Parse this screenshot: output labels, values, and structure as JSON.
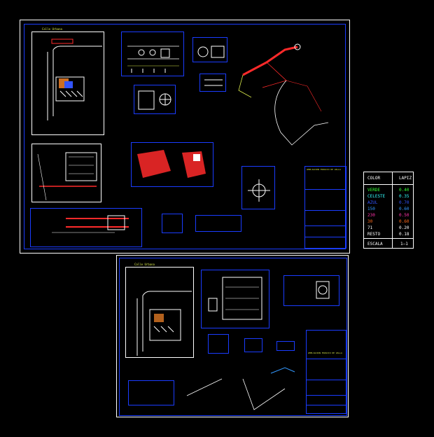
{
  "sheet1": {
    "site_label": "Calle Urbana",
    "title_block": "AMPLIACION ESPACIO DE VALLA"
  },
  "sheet2": {
    "site_label": "Calle Urbana",
    "title_block": "AMPLIACION ESPACIO DE VALLA"
  },
  "color_table": {
    "col_color": "COLOR",
    "col_lapiz": "LAPIZ",
    "rows": [
      {
        "name": "VERDE",
        "value": "0.40",
        "color": "#33ff33"
      },
      {
        "name": "CELESTE",
        "value": "0.35",
        "color": "#33ffff"
      },
      {
        "name": "AZUL",
        "value": "0.70",
        "color": "#3355ff"
      },
      {
        "name": "150",
        "value": "0.60",
        "color": "#3399ff"
      },
      {
        "name": "230",
        "value": "0.50",
        "color": "#ff33aa"
      },
      {
        "name": "30",
        "value": "0.60",
        "color": "#ff6a1a"
      },
      {
        "name": "71",
        "value": "0.20",
        "color": "#ffffff"
      },
      {
        "name": "RESTO",
        "value": "0.18",
        "color": "#ffffff"
      }
    ],
    "scale_label": "ESCALA",
    "scale_value": "1—1"
  },
  "colors": {
    "frame": "#1a3cff",
    "annotation": "#d8e84a",
    "red": "#ff2a2a",
    "orange": "#ff8a2a"
  }
}
